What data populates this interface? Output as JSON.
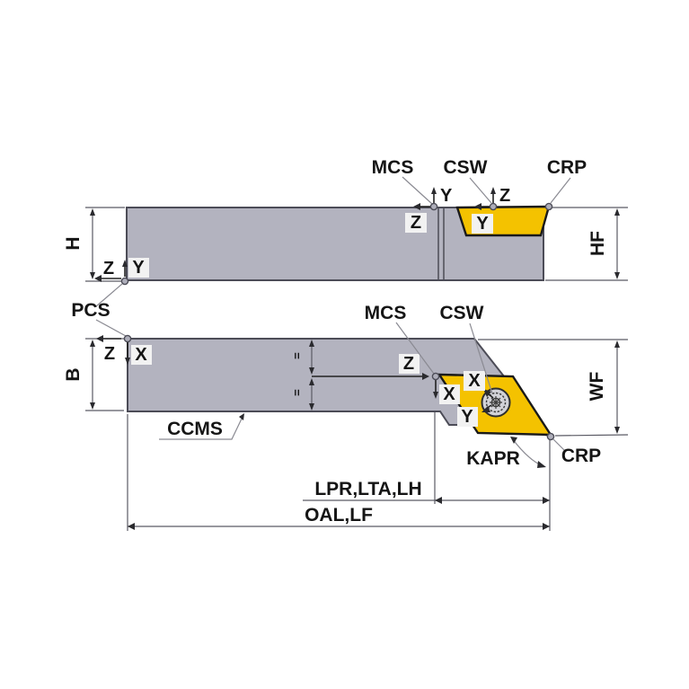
{
  "colors": {
    "background": "#ffffff",
    "body_fill": "#b3b3bf",
    "body_stroke": "#4c4c57",
    "insert_fill": "#f4c200",
    "insert_stroke": "#1a1a1a",
    "screw_fill": "#d2d2d8",
    "label_box_fill": "#f2f2f2",
    "marker_fill": "#aeaeba"
  },
  "side_view": {
    "point_labels": {
      "mcs": "MCS",
      "csw": "CSW",
      "crp": "CRP"
    },
    "axis_labels": {
      "mcs_y": "Y",
      "mcs_z": "Z",
      "csw_z": "Z",
      "csw_y": "Y",
      "pcs_y": "Y",
      "pcs_z": "Z"
    },
    "dim_labels": {
      "h": "H",
      "hf": "HF"
    }
  },
  "plan_view": {
    "point_labels": {
      "mcs": "MCS",
      "csw": "CSW",
      "crp": "CRP",
      "ccms": "CCMS",
      "kapr": "KAPR"
    },
    "axis_labels": {
      "mcs_z": "Z",
      "mcs_x": "X",
      "csw_x": "X",
      "csw_y": "Y",
      "pcs_x": "X",
      "pcs_z": "Z"
    },
    "dim_labels": {
      "b": "B",
      "wf": "WF",
      "lpr_lta_lh": "LPR,LTA,LH",
      "oal_lf": "OAL,LF",
      "equal_mark": "="
    }
  },
  "shared": {
    "pcs_label": "PCS"
  }
}
